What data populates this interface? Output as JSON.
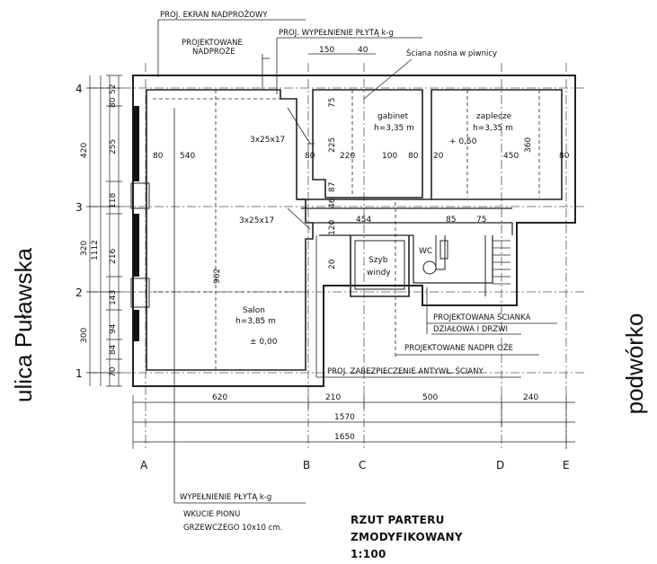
{
  "side_labels": {
    "street": "ulica Puławska",
    "yard": "podwórko"
  },
  "title": {
    "line1": "RZUT PARTERU",
    "line2": "ZMODYFIKOWANY",
    "scale": "1:100"
  },
  "annotations": {
    "ekran": "PROJ. EKRAN NADPROŻOWY",
    "wypelnienie_top": "PROJ. WYPEŁNIENIE PŁYTĄ k-g",
    "nadproze1": "PROJEKTOWANE",
    "nadproze2": "NADPROŻE",
    "sciana_nosna": "Ściana nośna w piwnicy",
    "scianka1": "PROJEKTOWANA ŚCIANKA",
    "scianka2": "DZIAŁOWA I DRZWI",
    "nadproze_b": "PROJEKTOWANE NADPR OŻE",
    "zabezpieczenie": "PROJ. ZABEZPIECZENIE ANTYWŁ. ŚCIANY",
    "wyp_bottom": "WYPEŁNIENIE PŁYTĄ k-g",
    "wkucie1": "WKUCIE PIONU",
    "wkucie2": "GRZEWCZEGO 10x10 cm."
  },
  "rooms": {
    "salon": "Salon",
    "salon_h": "h=3,85 m",
    "salon_lvl": "± 0,00",
    "gabinet": "gabinet",
    "gabinet_h": "h=3,35 m",
    "zaplecze": "zaplecze",
    "zaplecze_h": "h=3,35 m",
    "zaplecze_lvl": "+ 0,50",
    "szyb1": "Szyb",
    "szyb2": "windy",
    "wc": "WC",
    "beam1": "3x25x17",
    "beam2": "3x25x17"
  },
  "axes": {
    "letters": [
      "A",
      "B",
      "C",
      "D",
      "E"
    ],
    "numbers": [
      "4",
      "3",
      "2",
      "1"
    ]
  },
  "dims": {
    "top": [
      "150",
      "40"
    ],
    "left_outer": [
      "420",
      "320",
      "300"
    ],
    "left_112": "1112",
    "left_inner": [
      "52",
      "80",
      "255",
      "118",
      "216",
      "143",
      "94",
      "84",
      "70"
    ],
    "mid_row": [
      "80",
      "540",
      "80",
      "220",
      "100",
      "80",
      "20",
      "450",
      "80"
    ],
    "row2": [
      "454",
      "85",
      "75"
    ],
    "vertical_mid": [
      "75",
      "225",
      "87",
      "46",
      "120",
      "20"
    ],
    "vert_962": "962",
    "vert_360": "360",
    "bottom1": [
      "620",
      "210",
      "500",
      "240"
    ],
    "bottom2": "1570",
    "bottom3": "1650"
  }
}
